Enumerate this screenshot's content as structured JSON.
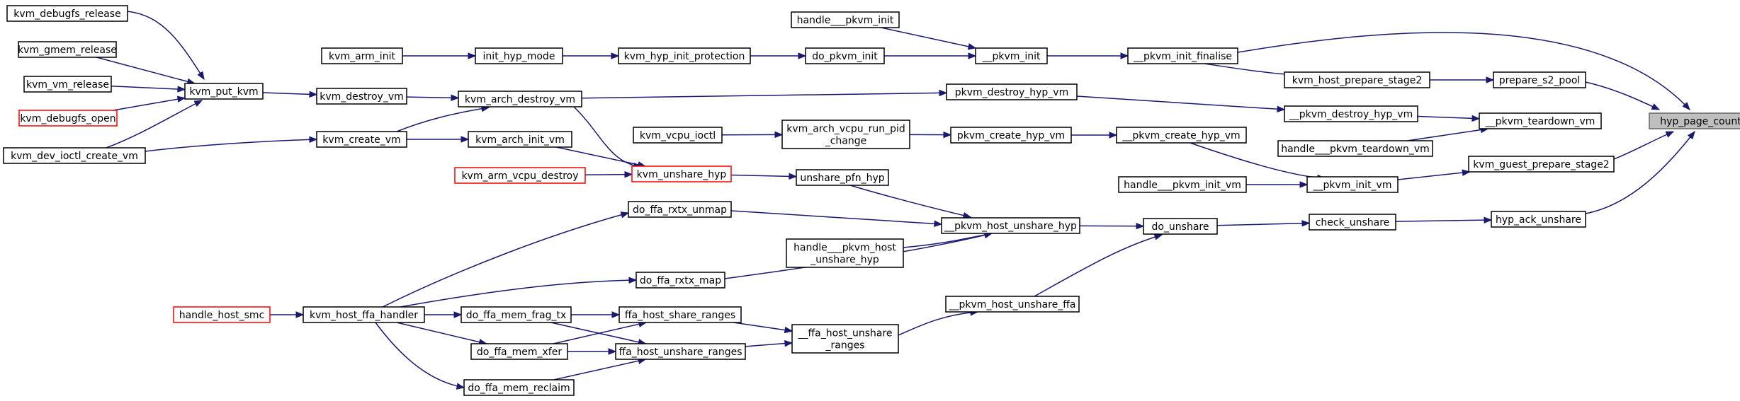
{
  "nodes": [
    {
      "id": "hyp_page_count",
      "lines": [
        "hyp_page_count"
      ],
      "style": "root",
      "interactable": false
    },
    {
      "id": "pkvm_init_finalise",
      "lines": [
        "__pkvm_init_finalise"
      ],
      "style": "normal",
      "interactable": true
    },
    {
      "id": "kvm_host_prepare_stage2",
      "lines": [
        "kvm_host_prepare_stage2"
      ],
      "style": "normal",
      "interactable": true
    },
    {
      "id": "prepare_s2_pool",
      "lines": [
        "prepare_s2_pool"
      ],
      "style": "normal",
      "interactable": true
    },
    {
      "id": "pkvm_init",
      "lines": [
        "__pkvm_init"
      ],
      "style": "normal",
      "interactable": true
    },
    {
      "id": "handle_pkvm_init",
      "lines": [
        "handle___pkvm_init"
      ],
      "style": "normal",
      "interactable": true
    },
    {
      "id": "do_pkvm_init",
      "lines": [
        "do_pkvm_init"
      ],
      "style": "normal",
      "interactable": true
    },
    {
      "id": "kvm_hyp_init_protection",
      "lines": [
        "kvm_hyp_init_protection"
      ],
      "style": "normal",
      "interactable": true
    },
    {
      "id": "init_hyp_mode",
      "lines": [
        "init_hyp_mode"
      ],
      "style": "normal",
      "interactable": true
    },
    {
      "id": "kvm_arm_init",
      "lines": [
        "kvm_arm_init"
      ],
      "style": "normal",
      "interactable": true
    },
    {
      "id": "pkvm_teardown_vm",
      "lines": [
        "__pkvm_teardown_vm"
      ],
      "style": "normal",
      "interactable": true
    },
    {
      "id": "pkvm_destroy_hyp_vm_hyp",
      "lines": [
        "__pkvm_destroy_hyp_vm"
      ],
      "style": "normal",
      "interactable": true
    },
    {
      "id": "handle_pkvm_teardown_vm",
      "lines": [
        "handle___pkvm_teardown_vm"
      ],
      "style": "normal",
      "interactable": true
    },
    {
      "id": "pkvm_destroy_hyp_vm",
      "lines": [
        "pkvm_destroy_hyp_vm"
      ],
      "style": "normal",
      "interactable": true
    },
    {
      "id": "kvm_arch_destroy_vm",
      "lines": [
        "kvm_arch_destroy_vm"
      ],
      "style": "normal",
      "interactable": true
    },
    {
      "id": "kvm_destroy_vm",
      "lines": [
        "kvm_destroy_vm"
      ],
      "style": "normal",
      "interactable": true
    },
    {
      "id": "kvm_put_kvm",
      "lines": [
        "kvm_put_kvm"
      ],
      "style": "normal",
      "interactable": true
    },
    {
      "id": "kvm_debugfs_release",
      "lines": [
        "kvm_debugfs_release"
      ],
      "style": "normal",
      "interactable": true
    },
    {
      "id": "kvm_gmem_release",
      "lines": [
        "kvm_gmem_release"
      ],
      "style": "normal",
      "interactable": true
    },
    {
      "id": "kvm_vm_release",
      "lines": [
        "kvm_vm_release"
      ],
      "style": "normal",
      "interactable": true
    },
    {
      "id": "kvm_debugfs_open",
      "lines": [
        "kvm_debugfs_open"
      ],
      "style": "red",
      "interactable": true
    },
    {
      "id": "kvm_dev_ioctl_create_vm",
      "lines": [
        "kvm_dev_ioctl_create_vm"
      ],
      "style": "normal",
      "interactable": true
    },
    {
      "id": "kvm_create_vm",
      "lines": [
        "kvm_create_vm"
      ],
      "style": "normal",
      "interactable": true
    },
    {
      "id": "kvm_arch_init_vm",
      "lines": [
        "kvm_arch_init_vm"
      ],
      "style": "normal",
      "interactable": true
    },
    {
      "id": "kvm_guest_prepare_stage2",
      "lines": [
        "kvm_guest_prepare_stage2"
      ],
      "style": "normal",
      "interactable": true
    },
    {
      "id": "pkvm_init_vm",
      "lines": [
        "__pkvm_init_vm"
      ],
      "style": "normal",
      "interactable": true
    },
    {
      "id": "pkvm_create_hyp_vm_hyp",
      "lines": [
        "__pkvm_create_hyp_vm"
      ],
      "style": "normal",
      "interactable": true
    },
    {
      "id": "handle_pkvm_init_vm",
      "lines": [
        "handle___pkvm_init_vm"
      ],
      "style": "normal",
      "interactable": true
    },
    {
      "id": "pkvm_create_hyp_vm",
      "lines": [
        "pkvm_create_hyp_vm"
      ],
      "style": "normal",
      "interactable": true
    },
    {
      "id": "kvm_arch_vcpu_run_pid_change",
      "lines": [
        "kvm_arch_vcpu_run_pid",
        "_change"
      ],
      "style": "normal",
      "interactable": true
    },
    {
      "id": "kvm_vcpu_ioctl",
      "lines": [
        "kvm_vcpu_ioctl"
      ],
      "style": "normal",
      "interactable": true
    },
    {
      "id": "hyp_ack_unshare",
      "lines": [
        "hyp_ack_unshare"
      ],
      "style": "normal",
      "interactable": true
    },
    {
      "id": "check_unshare",
      "lines": [
        "check_unshare"
      ],
      "style": "normal",
      "interactable": true
    },
    {
      "id": "do_unshare",
      "lines": [
        "do_unshare"
      ],
      "style": "normal",
      "interactable": true
    },
    {
      "id": "pkvm_host_unshare_hyp",
      "lines": [
        "__pkvm_host_unshare_hyp"
      ],
      "style": "normal",
      "interactable": true
    },
    {
      "id": "unshare_pfn_hyp",
      "lines": [
        "unshare_pfn_hyp"
      ],
      "style": "normal",
      "interactable": true
    },
    {
      "id": "kvm_unshare_hyp",
      "lines": [
        "kvm_unshare_hyp"
      ],
      "style": "red",
      "interactable": true
    },
    {
      "id": "kvm_arm_vcpu_destroy",
      "lines": [
        "kvm_arm_vcpu_destroy"
      ],
      "style": "red",
      "interactable": true
    },
    {
      "id": "do_ffa_rxtx_unmap",
      "lines": [
        "do_ffa_rxtx_unmap"
      ],
      "style": "normal",
      "interactable": true
    },
    {
      "id": "handle_pkvm_host_unshare_hyp",
      "lines": [
        "handle___pkvm_host",
        "_unshare_hyp"
      ],
      "style": "normal",
      "interactable": true
    },
    {
      "id": "do_ffa_rxtx_map",
      "lines": [
        "do_ffa_rxtx_map"
      ],
      "style": "normal",
      "interactable": true
    },
    {
      "id": "pkvm_host_unshare_ffa",
      "lines": [
        "__pkvm_host_unshare_ffa"
      ],
      "style": "normal",
      "interactable": true
    },
    {
      "id": "ffa_host_unshare_ranges_inner",
      "lines": [
        "__ffa_host_unshare",
        "_ranges"
      ],
      "style": "normal",
      "interactable": true
    },
    {
      "id": "ffa_host_share_ranges",
      "lines": [
        "ffa_host_share_ranges"
      ],
      "style": "normal",
      "interactable": true
    },
    {
      "id": "ffa_host_unshare_ranges",
      "lines": [
        "ffa_host_unshare_ranges"
      ],
      "style": "normal",
      "interactable": true
    },
    {
      "id": "do_ffa_mem_frag_tx",
      "lines": [
        "do_ffa_mem_frag_tx"
      ],
      "style": "normal",
      "interactable": true
    },
    {
      "id": "do_ffa_mem_xfer",
      "lines": [
        "do_ffa_mem_xfer"
      ],
      "style": "normal",
      "interactable": true
    },
    {
      "id": "do_ffa_mem_reclaim",
      "lines": [
        "do_ffa_mem_reclaim"
      ],
      "style": "normal",
      "interactable": true
    },
    {
      "id": "kvm_host_ffa_handler",
      "lines": [
        "kvm_host_ffa_handler"
      ],
      "style": "normal",
      "interactable": true
    },
    {
      "id": "handle_host_smc",
      "lines": [
        "handle_host_smc"
      ],
      "style": "red",
      "interactable": true
    }
  ],
  "edges": [
    {
      "from": "pkvm_init_finalise",
      "to": "hyp_page_count"
    },
    {
      "from": "prepare_s2_pool",
      "to": "hyp_page_count"
    },
    {
      "from": "pkvm_teardown_vm",
      "to": "hyp_page_count"
    },
    {
      "from": "kvm_guest_prepare_stage2",
      "to": "hyp_page_count"
    },
    {
      "from": "hyp_ack_unshare",
      "to": "hyp_page_count"
    },
    {
      "from": "kvm_host_prepare_stage2",
      "to": "prepare_s2_pool"
    },
    {
      "from": "pkvm_init_finalise",
      "to": "kvm_host_prepare_stage2"
    },
    {
      "from": "pkvm_init",
      "to": "pkvm_init_finalise"
    },
    {
      "from": "handle_pkvm_init",
      "to": "pkvm_init"
    },
    {
      "from": "do_pkvm_init",
      "to": "pkvm_init"
    },
    {
      "from": "kvm_hyp_init_protection",
      "to": "do_pkvm_init"
    },
    {
      "from": "init_hyp_mode",
      "to": "kvm_hyp_init_protection"
    },
    {
      "from": "kvm_arm_init",
      "to": "init_hyp_mode"
    },
    {
      "from": "pkvm_destroy_hyp_vm_hyp",
      "to": "pkvm_teardown_vm"
    },
    {
      "from": "handle_pkvm_teardown_vm",
      "to": "pkvm_teardown_vm"
    },
    {
      "from": "pkvm_destroy_hyp_vm",
      "to": "pkvm_destroy_hyp_vm_hyp"
    },
    {
      "from": "kvm_arch_destroy_vm",
      "to": "pkvm_destroy_hyp_vm"
    },
    {
      "from": "kvm_destroy_vm",
      "to": "kvm_arch_destroy_vm"
    },
    {
      "from": "kvm_create_vm",
      "to": "kvm_arch_destroy_vm"
    },
    {
      "from": "kvm_put_kvm",
      "to": "kvm_destroy_vm"
    },
    {
      "from": "kvm_debugfs_release",
      "to": "kvm_put_kvm"
    },
    {
      "from": "kvm_gmem_release",
      "to": "kvm_put_kvm"
    },
    {
      "from": "kvm_vm_release",
      "to": "kvm_put_kvm"
    },
    {
      "from": "kvm_debugfs_open",
      "to": "kvm_put_kvm"
    },
    {
      "from": "kvm_dev_ioctl_create_vm",
      "to": "kvm_put_kvm"
    },
    {
      "from": "kvm_dev_ioctl_create_vm",
      "to": "kvm_create_vm"
    },
    {
      "from": "kvm_create_vm",
      "to": "kvm_arch_init_vm"
    },
    {
      "from": "pkvm_init_vm",
      "to": "kvm_guest_prepare_stage2"
    },
    {
      "from": "pkvm_create_hyp_vm_hyp",
      "to": "pkvm_init_vm"
    },
    {
      "from": "handle_pkvm_init_vm",
      "to": "pkvm_init_vm"
    },
    {
      "from": "pkvm_create_hyp_vm",
      "to": "pkvm_create_hyp_vm_hyp"
    },
    {
      "from": "kvm_arch_vcpu_run_pid_change",
      "to": "pkvm_create_hyp_vm"
    },
    {
      "from": "kvm_vcpu_ioctl",
      "to": "kvm_arch_vcpu_run_pid_change"
    },
    {
      "from": "check_unshare",
      "to": "hyp_ack_unshare"
    },
    {
      "from": "do_unshare",
      "to": "check_unshare"
    },
    {
      "from": "pkvm_host_unshare_hyp",
      "to": "do_unshare"
    },
    {
      "from": "pkvm_host_unshare_ffa",
      "to": "do_unshare"
    },
    {
      "from": "unshare_pfn_hyp",
      "to": "pkvm_host_unshare_hyp"
    },
    {
      "from": "do_ffa_rxtx_unmap",
      "to": "pkvm_host_unshare_hyp"
    },
    {
      "from": "handle_pkvm_host_unshare_hyp",
      "to": "pkvm_host_unshare_hyp"
    },
    {
      "from": "do_ffa_rxtx_map",
      "to": "pkvm_host_unshare_hyp"
    },
    {
      "from": "kvm_unshare_hyp",
      "to": "unshare_pfn_hyp"
    },
    {
      "from": "kvm_arch_destroy_vm",
      "to": "kvm_unshare_hyp"
    },
    {
      "from": "kvm_arch_init_vm",
      "to": "kvm_unshare_hyp"
    },
    {
      "from": "kvm_arm_vcpu_destroy",
      "to": "kvm_unshare_hyp"
    },
    {
      "from": "ffa_host_unshare_ranges_inner",
      "to": "pkvm_host_unshare_ffa"
    },
    {
      "from": "ffa_host_share_ranges",
      "to": "ffa_host_unshare_ranges_inner"
    },
    {
      "from": "ffa_host_unshare_ranges",
      "to": "ffa_host_unshare_ranges_inner"
    },
    {
      "from": "do_ffa_mem_frag_tx",
      "to": "ffa_host_share_ranges"
    },
    {
      "from": "do_ffa_mem_xfer",
      "to": "ffa_host_share_ranges"
    },
    {
      "from": "do_ffa_mem_frag_tx",
      "to": "ffa_host_unshare_ranges"
    },
    {
      "from": "do_ffa_mem_xfer",
      "to": "ffa_host_unshare_ranges"
    },
    {
      "from": "do_ffa_mem_reclaim",
      "to": "ffa_host_unshare_ranges"
    },
    {
      "from": "kvm_host_ffa_handler",
      "to": "do_ffa_mem_frag_tx"
    },
    {
      "from": "kvm_host_ffa_handler",
      "to": "do_ffa_mem_xfer"
    },
    {
      "from": "kvm_host_ffa_handler",
      "to": "do_ffa_mem_reclaim"
    },
    {
      "from": "kvm_host_ffa_handler",
      "to": "do_ffa_rxtx_unmap"
    },
    {
      "from": "kvm_host_ffa_handler",
      "to": "do_ffa_rxtx_map"
    },
    {
      "from": "handle_host_smc",
      "to": "kvm_host_ffa_handler"
    }
  ]
}
